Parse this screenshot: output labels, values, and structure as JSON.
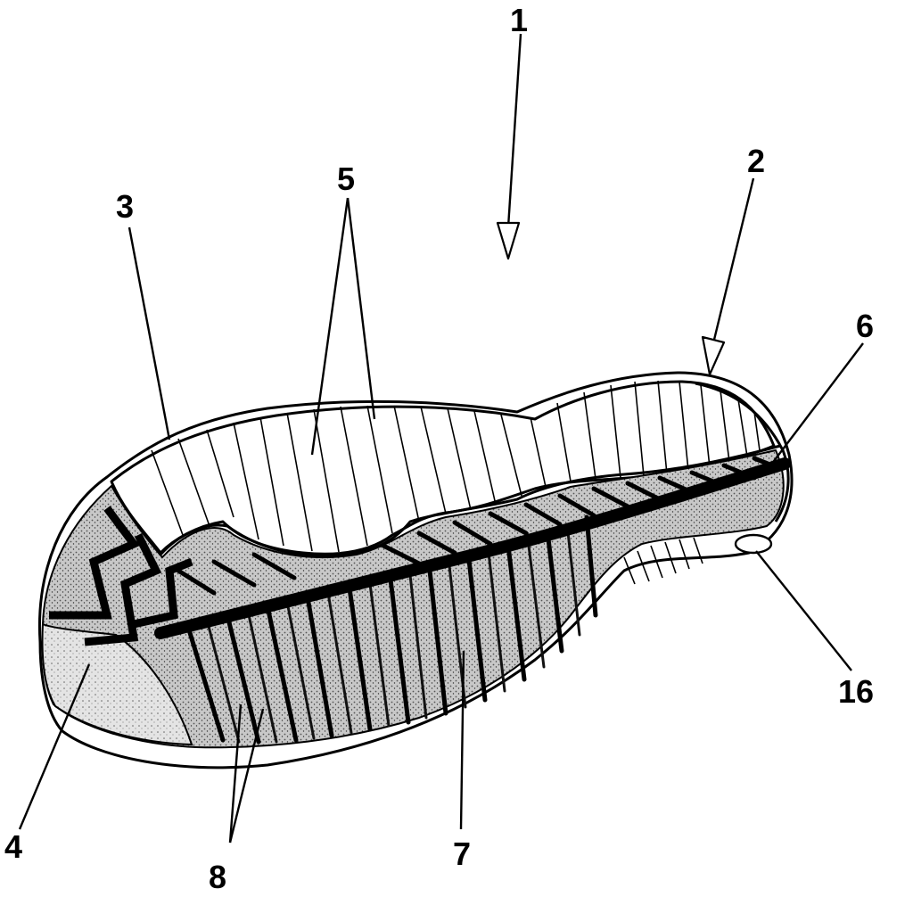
{
  "figure": {
    "labels": {
      "l1": "1",
      "l2": "2",
      "l3": "3",
      "l4": "4",
      "l5": "5",
      "l6": "6",
      "l7": "7",
      "l8": "8",
      "l16": "16"
    },
    "colors": {
      "ink": "#000000",
      "paper": "#ffffff",
      "stipple": "#9a9a9a",
      "stipple_dark": "#6e6e6e"
    }
  }
}
